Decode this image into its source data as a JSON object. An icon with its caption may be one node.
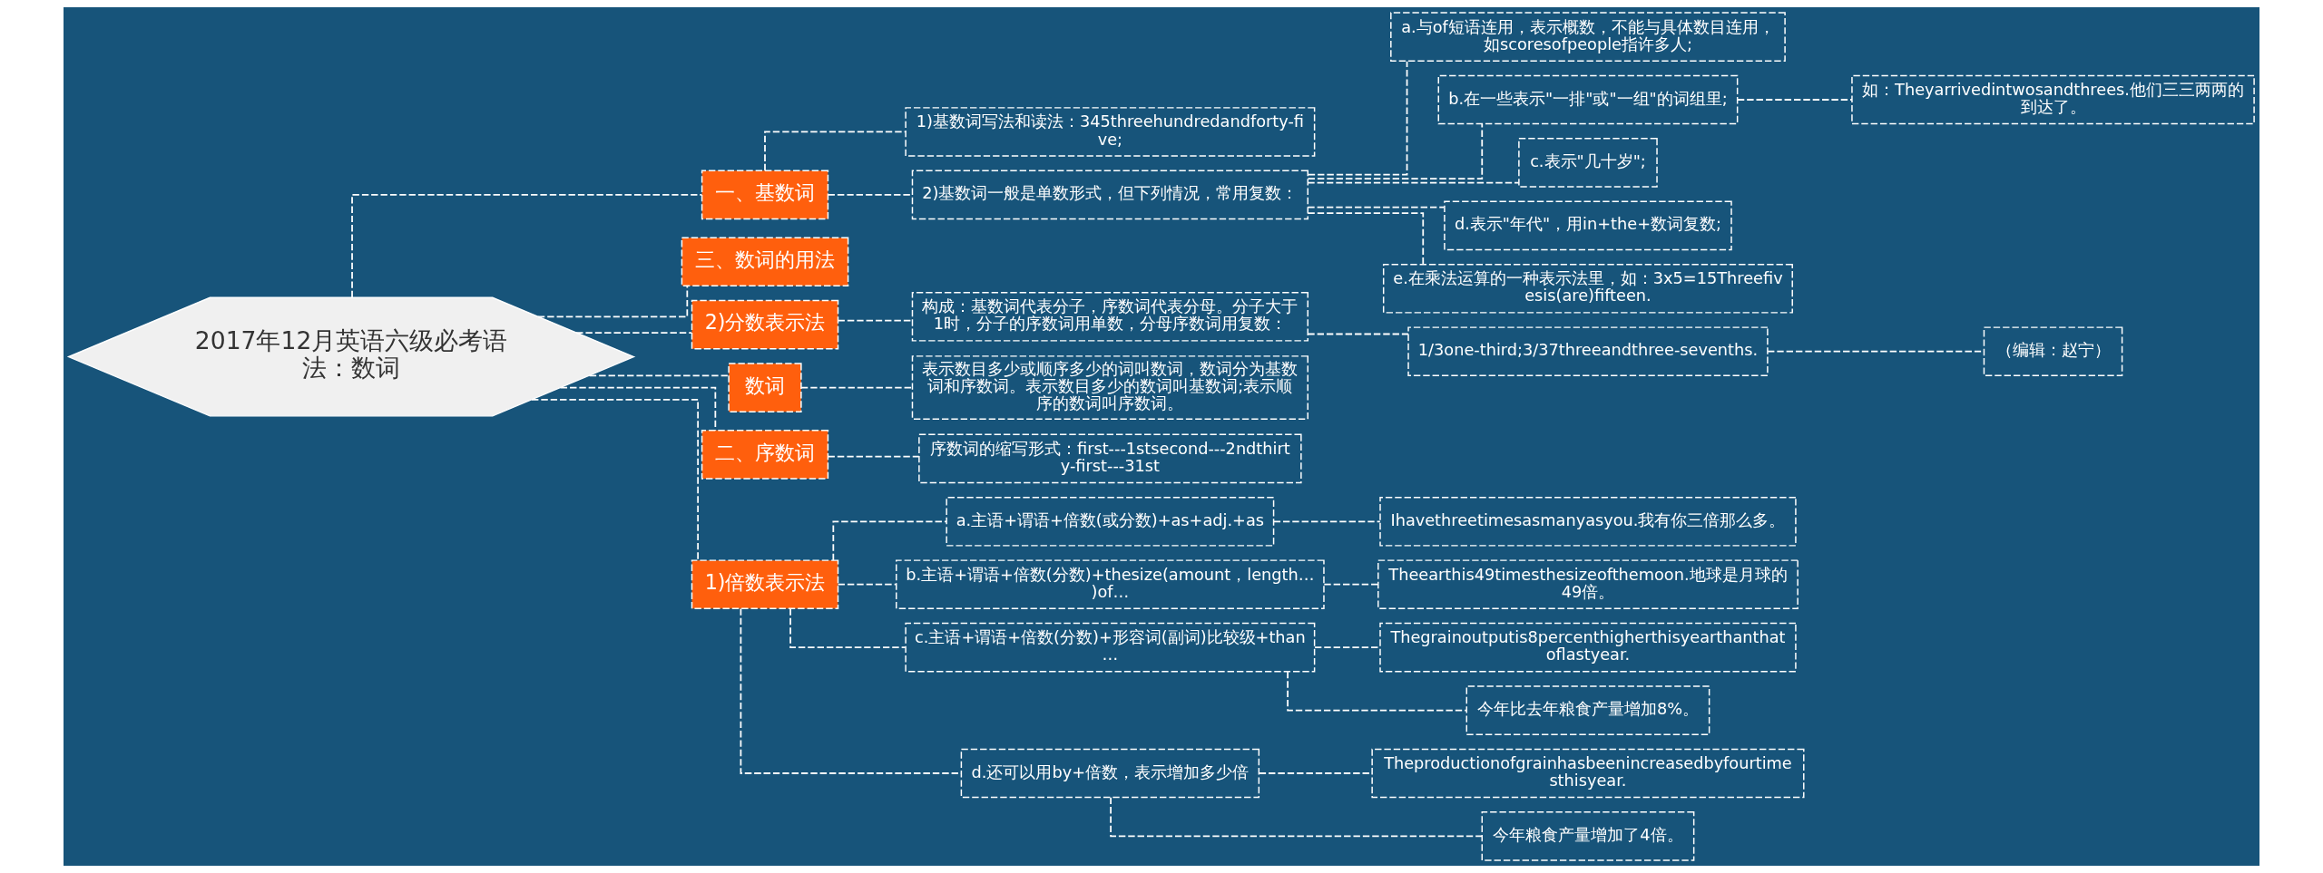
{
  "diagram": {
    "nodes": [
      {
        "text": [
          "2017年12月英语六级必考语法：数词"
        ]
      },
      {
        "text": [
          "一、基数词"
        ]
      },
      {
        "text": [
          "1)基数词写法和读法：345threehundredandforty-five;"
        ]
      },
      {
        "text": [
          "2)基数词一般是单数形式，但下列情况，常用复数："
        ]
      },
      {
        "text": [
          "a.与of短语连用，表示概数，不能与具体数目连用，如scoresofpeople指许多人;"
        ]
      },
      {
        "text": [
          "b.在一些表示\"一排\"或\"一组\"的词组里;"
        ]
      },
      {
        "text": [
          "如：Theyarrivedintwosandthrees.他们三三两两的到达了。"
        ]
      },
      {
        "text": [
          "c.表示\"几十岁\";"
        ]
      },
      {
        "text": [
          "d.表示\"年代\"，用in+the+数词复数;"
        ]
      },
      {
        "text": [
          "e.在乘法运算的一种表示法里，如：3x5=15Threefivesis(are)fifteen."
        ]
      },
      {
        "text": [
          "三、数词的用法"
        ]
      },
      {
        "text": [
          "2)分数表示法"
        ]
      },
      {
        "text": [
          "构成：基数词代表分子，序数词代表分母。分子大于1时，分子的序数词用单数，分母序数词用复数："
        ]
      },
      {
        "text": [
          "1/3one-third;3/37threeandthree-sevenths."
        ]
      },
      {
        "text": [
          "（编辑：赵宁）"
        ]
      },
      {
        "text": [
          "数词"
        ]
      },
      {
        "text": [
          "表示数目多少或顺序多少的词叫数词，数词分为基数词和序数词。表示数目多少的数词叫基数词;表示顺序的数词叫序数词。"
        ]
      },
      {
        "text": [
          "二、序数词"
        ]
      },
      {
        "text": [
          "序数词的缩写形式：first---1stsecond---2ndthirty-first---31st"
        ]
      },
      {
        "text": [
          "1)倍数表示法"
        ]
      },
      {
        "text": [
          "a.主语+谓语+倍数(或分数)+as+adj.+as"
        ]
      },
      {
        "text": [
          "Ihavethreetimesasmanyasyou.我有你三倍那么多。"
        ]
      },
      {
        "text": [
          "b.主语+谓语+倍数(分数)+thesize(amount，length…)of…"
        ]
      },
      {
        "text": [
          "Theearthis49timesthesizeofthemoon.地球是月球的49倍。"
        ]
      },
      {
        "text": [
          "c.主语+谓语+倍数(分数)+形容词(副词)比较级+than…"
        ]
      },
      {
        "text": [
          "Thegrainoutputis8percenthigherthisyearthanthatoflastyear."
        ]
      },
      {
        "text": [
          "今年比去年粮食产量增加8%。"
        ]
      },
      {
        "text": [
          "d.还可以用by+倍数，表示增加多少倍"
        ]
      },
      {
        "text": [
          "Theproductionofgrainhasbeenincreasedbyfourtimesthisyear."
        ]
      },
      {
        "text": [
          "今年粮食产量增加了4倍。"
        ]
      }
    ],
    "edges": [
      {
        "from": 0,
        "to": 1,
        "arrow": "none"
      },
      {
        "from": 1,
        "to": 2,
        "arrow": "none"
      },
      {
        "from": 1,
        "to": 3,
        "arrow": "none"
      },
      {
        "from": 3,
        "to": 4,
        "arrow": "none"
      },
      {
        "from": 3,
        "to": 5,
        "arrow": "none"
      },
      {
        "from": 5,
        "to": 6,
        "arrow": "none"
      },
      {
        "from": 3,
        "to": 7,
        "arrow": "none"
      },
      {
        "from": 3,
        "to": 8,
        "arrow": "none"
      },
      {
        "from": 3,
        "to": 9,
        "arrow": "none"
      },
      {
        "from": 0,
        "to": 10,
        "arrow": "none"
      },
      {
        "from": 0,
        "to": 11,
        "arrow": "none"
      },
      {
        "from": 11,
        "to": 12,
        "arrow": "none"
      },
      {
        "from": 12,
        "to": 13,
        "arrow": "none"
      },
      {
        "from": 13,
        "to": 14,
        "arrow": "none"
      },
      {
        "from": 0,
        "to": 15,
        "arrow": "none"
      },
      {
        "from": 15,
        "to": 16,
        "arrow": "none"
      },
      {
        "from": 0,
        "to": 17,
        "arrow": "none"
      },
      {
        "from": 17,
        "to": 18,
        "arrow": "none"
      },
      {
        "from": 0,
        "to": 19,
        "arrow": "none"
      },
      {
        "from": 19,
        "to": 20,
        "arrow": "none"
      },
      {
        "from": 20,
        "to": 21,
        "arrow": "none"
      },
      {
        "from": 19,
        "to": 22,
        "arrow": "none"
      },
      {
        "from": 22,
        "to": 23,
        "arrow": "none"
      },
      {
        "from": 19,
        "to": 24,
        "arrow": "none"
      },
      {
        "from": 24,
        "to": 25,
        "arrow": "none"
      },
      {
        "from": 24,
        "to": 26,
        "arrow": "none"
      },
      {
        "from": 19,
        "to": 27,
        "arrow": "none"
      },
      {
        "from": 27,
        "to": 28,
        "arrow": "none"
      },
      {
        "from": 27,
        "to": 29,
        "arrow": "none"
      }
    ]
  }
}
